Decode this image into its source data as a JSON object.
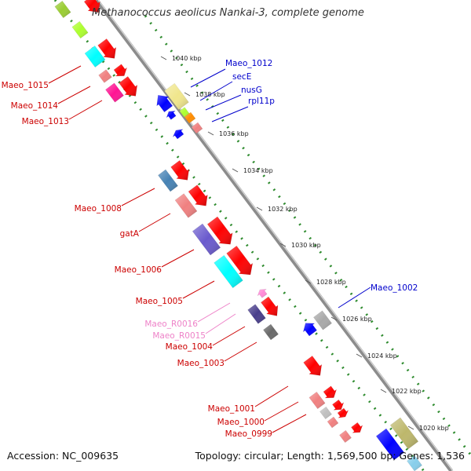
{
  "title": "Methanococcus aeolicus Nankai-3, complete genome",
  "accession": "Accession: NC_009635",
  "summary": "Topology: circular; Length: 1,569,500 bp; Genes: 1,536",
  "scale": {
    "unit": "kbp",
    "ticks": [
      "1040 kbp",
      "1038 kbp",
      "1036 kbp",
      "1034 kbp",
      "1032 kbp",
      "1030 kbp",
      "1028 kbp",
      "1026 kbp",
      "1024 kbp",
      "1022 kbp",
      "1020 kbp"
    ]
  },
  "colors": {
    "backbone": "#8c8c8c",
    "ruler_dots": "#2e8b2e",
    "label_red": "#cc0000",
    "label_blue": "#0000cc",
    "label_pink": "#ee82c8"
  },
  "gene_labels": [
    {
      "name": "Maeo_1012",
      "color": "blue"
    },
    {
      "name": "secE",
      "color": "blue"
    },
    {
      "name": "nusG",
      "color": "blue"
    },
    {
      "name": "rpl11p",
      "color": "blue"
    },
    {
      "name": "Maeo_1015",
      "color": "red"
    },
    {
      "name": "Maeo_1014",
      "color": "red"
    },
    {
      "name": "Maeo_1013",
      "color": "red"
    },
    {
      "name": "Maeo_1008",
      "color": "red"
    },
    {
      "name": "gatA",
      "color": "red"
    },
    {
      "name": "Maeo_1006",
      "color": "red"
    },
    {
      "name": "Maeo_1005",
      "color": "red"
    },
    {
      "name": "Maeo_R0016",
      "color": "pink"
    },
    {
      "name": "Maeo_R0015",
      "color": "pink"
    },
    {
      "name": "Maeo_1004",
      "color": "red"
    },
    {
      "name": "Maeo_1003",
      "color": "red"
    },
    {
      "name": "Maeo_1002",
      "color": "blue"
    },
    {
      "name": "Maeo_1001",
      "color": "red"
    },
    {
      "name": "Maeo_1000",
      "color": "red"
    },
    {
      "name": "Maeo_0999",
      "color": "red"
    }
  ]
}
